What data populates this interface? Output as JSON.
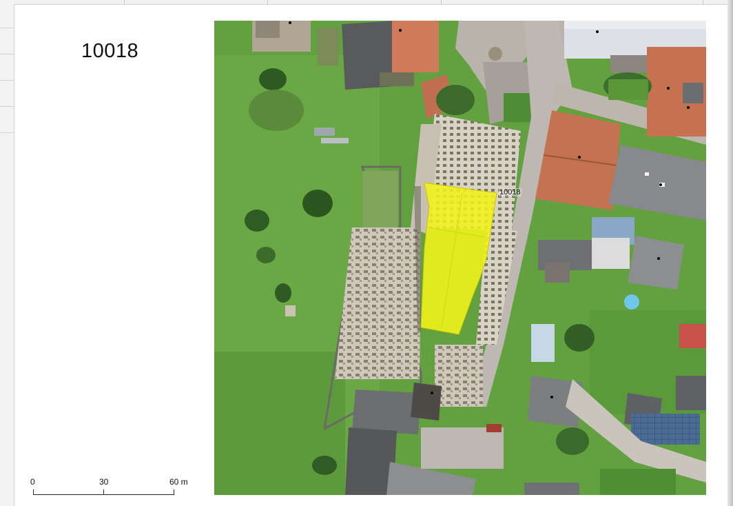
{
  "title": "10018",
  "map": {
    "parcel_label": "10018",
    "highlight_color": "#f3f21a"
  },
  "scale": {
    "labels": [
      "0",
      "30",
      "60 m"
    ]
  }
}
